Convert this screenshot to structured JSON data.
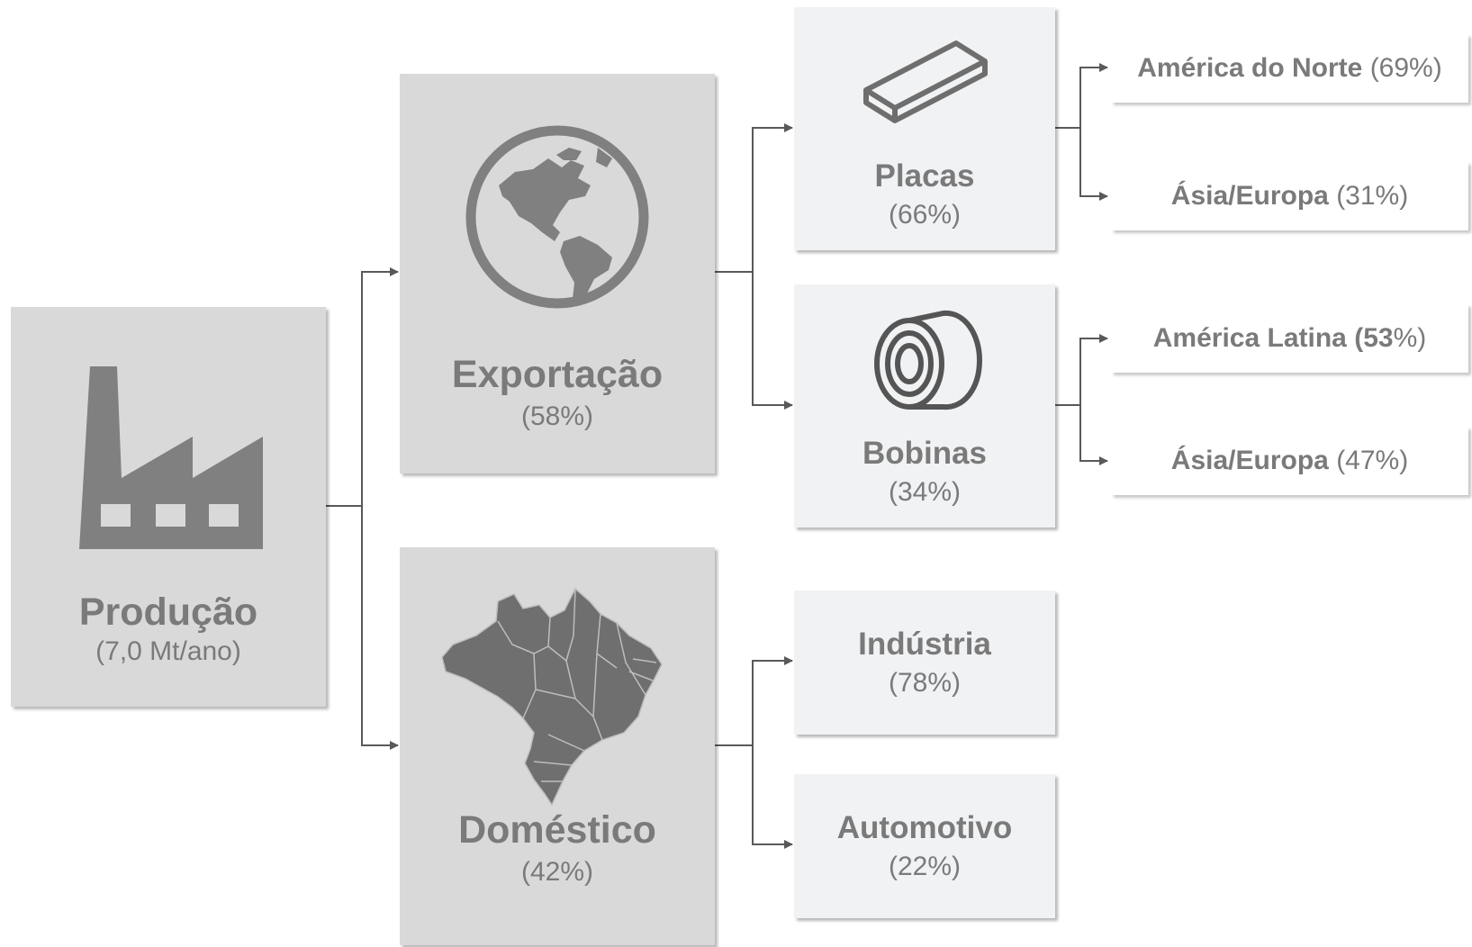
{
  "colors": {
    "dark_box": "#d9d9d9",
    "light_box": "#f1f2f4",
    "text": "#7a7a7a",
    "icon": "#808080",
    "connector": "#595959"
  },
  "producao": {
    "title": "Produção",
    "subtitle": "(7,0 Mt/ano)",
    "icon": "factory-icon"
  },
  "exportacao": {
    "title": "Exportação",
    "subtitle": "(58%)",
    "icon": "globe-icon"
  },
  "domestico": {
    "title": "Doméstico",
    "subtitle": "(42%)",
    "icon": "brazil-map-icon"
  },
  "placas": {
    "title": "Placas",
    "subtitle": "(66%)",
    "icon": "steel-slab-icon"
  },
  "bobinas": {
    "title": "Bobinas",
    "subtitle": "(34%)",
    "icon": "steel-coil-icon"
  },
  "industria": {
    "title": "Indústria",
    "subtitle": "(78%)"
  },
  "automotivo": {
    "title": "Automotivo",
    "subtitle": "(22%)"
  },
  "placas_destinos": [
    {
      "name": "América do Norte",
      "share": "(69%)"
    },
    {
      "name": "Ásia/Europa",
      "share": "(31%)"
    }
  ],
  "bobinas_destinos": [
    {
      "name": "América Latina",
      "share_open": " (",
      "share_value": "53",
      "share_close": "%)"
    },
    {
      "name": "Ásia/Europa",
      "share": "(47%)"
    }
  ]
}
